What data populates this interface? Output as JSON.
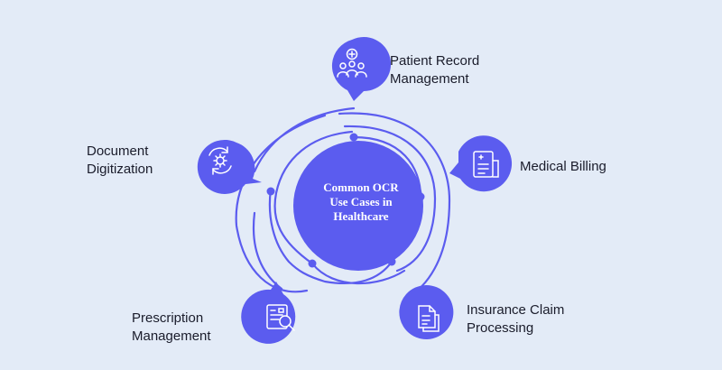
{
  "diagram": {
    "center_label_lines": [
      "Common OCR",
      "Use Cases in",
      "Healthcare"
    ],
    "colors": {
      "background": "#e3ebf7",
      "accent": "#5b5cef",
      "text": "#1a1c2b"
    },
    "nodes": [
      {
        "id": "patient-record",
        "icon": "patients-medical-icon",
        "label_lines": [
          "Patient Record",
          "Management"
        ]
      },
      {
        "id": "medical-billing",
        "icon": "medical-bill-icon",
        "label_lines": [
          "Medical Billing"
        ]
      },
      {
        "id": "insurance-claim",
        "icon": "claim-documents-icon",
        "label_lines": [
          "Insurance Claim",
          "Processing"
        ]
      },
      {
        "id": "prescription",
        "icon": "document-search-icon",
        "label_lines": [
          "Prescription",
          "Management"
        ]
      },
      {
        "id": "document-digitization",
        "icon": "sync-gear-icon",
        "label_lines": [
          "Document",
          "Digitization"
        ]
      }
    ]
  }
}
